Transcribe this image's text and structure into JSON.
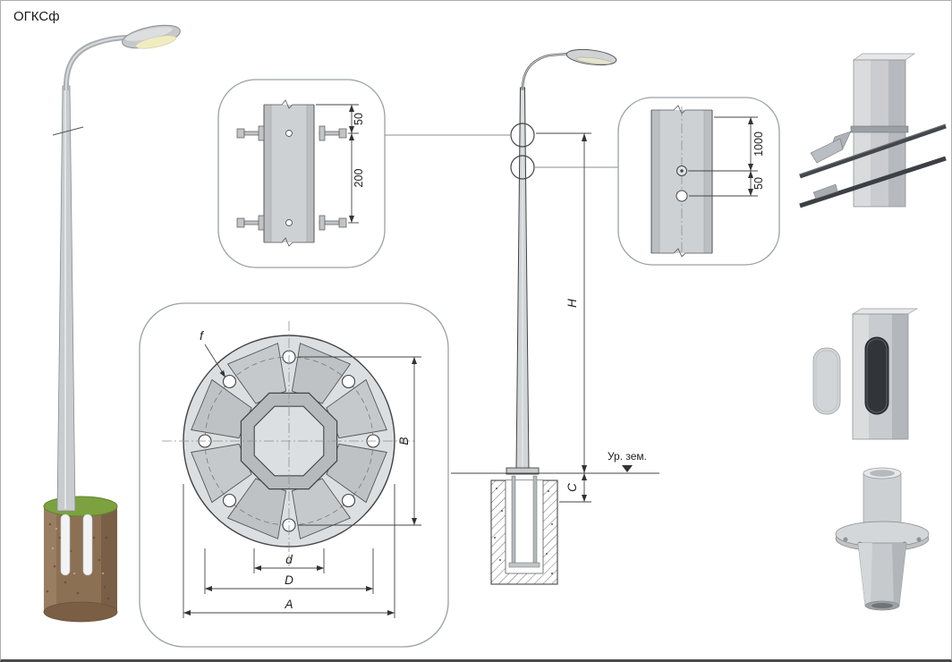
{
  "title": "ОГКСф",
  "callout_top": {
    "dim_top": "50",
    "dim_bottom": "200"
  },
  "callout_right": {
    "dim_top": "1000",
    "dim_bottom": "50"
  },
  "flange_plan": {
    "hole_label": "f",
    "dim_vertical": "B",
    "dim_inner": "d",
    "dim_bolt_circle": "D",
    "dim_outer": "A"
  },
  "elevation": {
    "dim_height": "H",
    "dim_embed": "C",
    "ground_label": "Ур. зем."
  },
  "palette": {
    "grass_green": "#7ba23f",
    "foundation_brown": "#8c7054",
    "pole_gray": "#d2d5d7",
    "line_dark": "#444444"
  }
}
